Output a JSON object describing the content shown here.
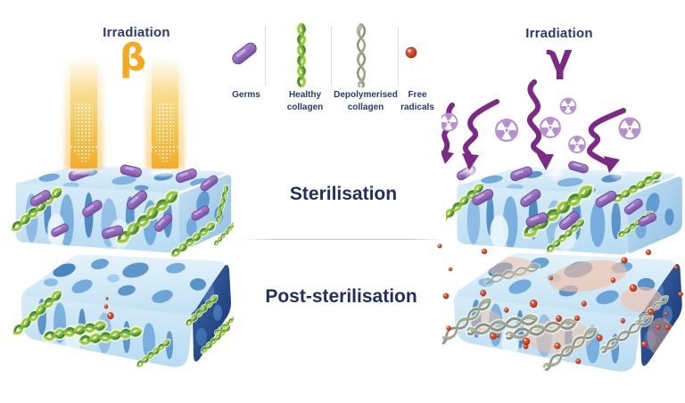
{
  "panels": {
    "beta": {
      "title": "Irradiation",
      "symbol": "β"
    },
    "gamma": {
      "title": "Irradiation",
      "symbol": "γ"
    }
  },
  "legend": {
    "items": [
      {
        "name": "germs",
        "label": "Germs"
      },
      {
        "name": "healthy-collagen",
        "label": "Healthy collagen"
      },
      {
        "name": "depolymerised-collagen",
        "label": "Depolymerised collagen"
      },
      {
        "name": "free-radicals",
        "label": "Free radicals"
      }
    ]
  },
  "stages": {
    "sterilisation": "Sterilisation",
    "post_sterilisation": "Post-sterilisation"
  },
  "colors": {
    "text_navy": "#2B3A6E",
    "beta_yellow": "#F6A81E",
    "gamma_purple": "#7B2B85",
    "germ_purple": "#8A5BB0",
    "healthy_green": "#6AA53A",
    "depolymerised_gray": "#8E9680",
    "radical_red": "#C8391B",
    "block_blue": "#5B9BD5"
  }
}
